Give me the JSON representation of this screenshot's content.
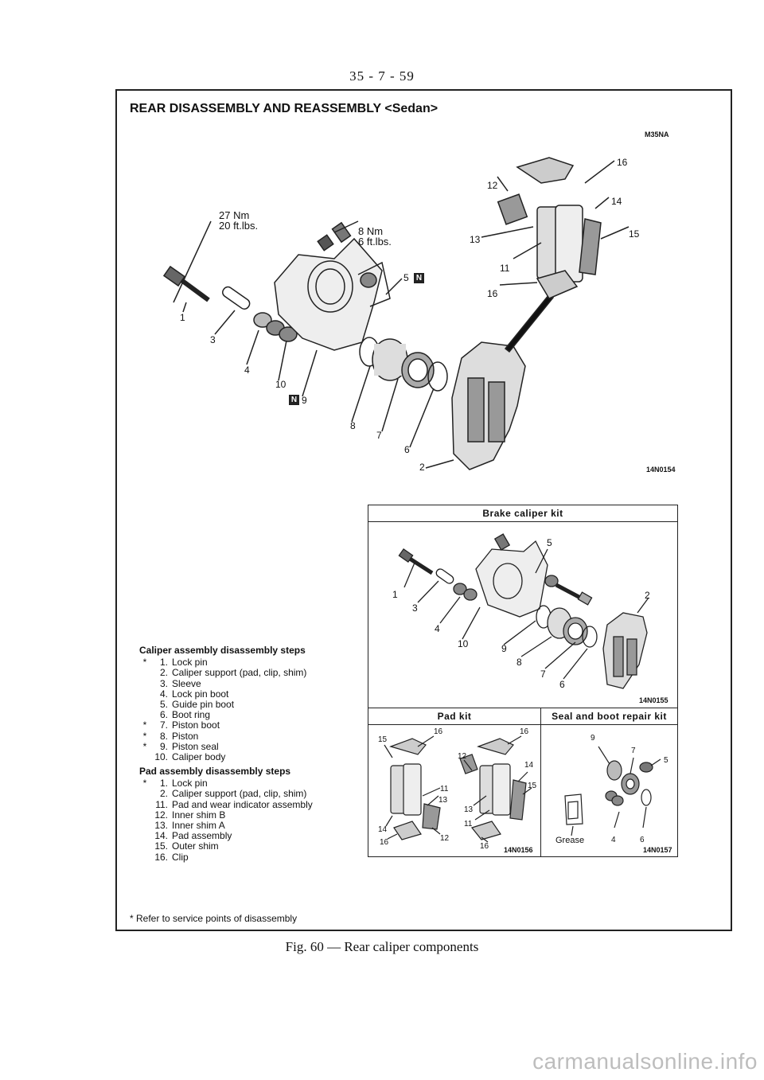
{
  "header": {
    "page_number": "35 - 7 - 59"
  },
  "title": "REAR DISASSEMBLY AND REASSEMBLY <Sedan>",
  "ref_code": "M35NA",
  "main_figure": {
    "torque_1_nm": "27 Nm",
    "torque_1_ftlbs": "20 ft.lbs.",
    "torque_2_nm": "8 Nm",
    "torque_2_ftlbs": "6 ft.lbs.",
    "n_mark": "N",
    "callouts": [
      "1",
      "2",
      "3",
      "4",
      "5",
      "6",
      "7",
      "8",
      "9",
      "10",
      "11",
      "12",
      "13",
      "14",
      "15",
      "16"
    ],
    "code": "14N0154"
  },
  "brake_caliper_kit": {
    "title": "Brake caliper kit",
    "code": "14N0155",
    "callouts": [
      "1",
      "2",
      "3",
      "4",
      "5",
      "6",
      "7",
      "8",
      "9",
      "10"
    ]
  },
  "pad_kit": {
    "title": "Pad kit",
    "code": "14N0156",
    "callouts": [
      "11",
      "12",
      "13",
      "14",
      "15",
      "16"
    ]
  },
  "seal_kit": {
    "title": "Seal and boot repair kit",
    "code": "14N0157",
    "grease": "Grease",
    "callouts": [
      "4",
      "5",
      "6",
      "7",
      "9"
    ]
  },
  "caliper_steps": {
    "heading": "Caliper assembly disassembly steps",
    "items": [
      {
        "star": "*",
        "num": "1.",
        "text": "Lock pin"
      },
      {
        "star": "",
        "num": "2.",
        "text": "Caliper support (pad, clip, shim)"
      },
      {
        "star": "",
        "num": "3.",
        "text": "Sleeve"
      },
      {
        "star": "",
        "num": "4.",
        "text": "Lock pin boot"
      },
      {
        "star": "",
        "num": "5.",
        "text": "Guide pin boot"
      },
      {
        "star": "",
        "num": "6.",
        "text": "Boot ring"
      },
      {
        "star": "*",
        "num": "7.",
        "text": "Piston boot"
      },
      {
        "star": "*",
        "num": "8.",
        "text": "Piston"
      },
      {
        "star": "*",
        "num": "9.",
        "text": "Piston seal"
      },
      {
        "star": "",
        "num": "10.",
        "text": "Caliper body"
      }
    ]
  },
  "pad_steps": {
    "heading": "Pad assembly disassembly steps",
    "items": [
      {
        "star": "*",
        "num": "1.",
        "text": "Lock pin"
      },
      {
        "star": "",
        "num": "2.",
        "text": "Caliper support (pad, clip, shim)"
      },
      {
        "star": "",
        "num": "11.",
        "text": "Pad and wear indicator assembly"
      },
      {
        "star": "",
        "num": "12.",
        "text": "Inner shim B"
      },
      {
        "star": "",
        "num": "13.",
        "text": "Inner shim A"
      },
      {
        "star": "",
        "num": "14.",
        "text": "Pad assembly"
      },
      {
        "star": "",
        "num": "15.",
        "text": "Outer shim"
      },
      {
        "star": "",
        "num": "16.",
        "text": "Clip"
      }
    ]
  },
  "footnote": "* Refer to service points of disassembly",
  "caption": "Fig. 60 — Rear caliper components",
  "watermark": "carmanualsonline.info"
}
